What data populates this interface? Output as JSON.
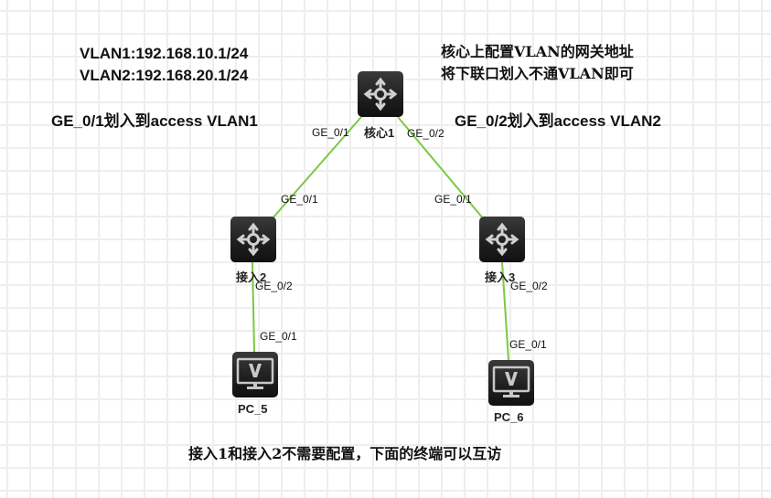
{
  "notes": {
    "vlan1_gateway": "VLAN1:192.168.10.1/24",
    "vlan2_gateway": "VLAN2:192.168.20.1/24",
    "core_note_line1": "核心上配置VLAN的网关地址",
    "core_note_line2": "将下联口划入不通VLAN即可",
    "left_port_note": "GE_0/1划入到access VLAN1",
    "right_port_note": "GE_0/2划入到access VLAN2",
    "bottom_note": "接入1和接入2不需要配置，下面的终端可以互访"
  },
  "devices": {
    "core": {
      "label": "核心1",
      "type": "switch-icon"
    },
    "access_left": {
      "label": "接入2",
      "type": "switch-icon"
    },
    "access_right": {
      "label": "接入3",
      "type": "switch-icon"
    },
    "pc_left": {
      "label": "PC_5",
      "type": "pc-icon"
    },
    "pc_right": {
      "label": "PC_6",
      "type": "pc-icon"
    }
  },
  "links": [
    {
      "from": "核心1",
      "from_port": "GE_0/1",
      "to": "接入2",
      "to_port": "GE_0/1"
    },
    {
      "from": "核心1",
      "from_port": "GE_0/2",
      "to": "接入3",
      "to_port": "GE_0/1"
    },
    {
      "from": "接入2",
      "from_port": "GE_0/2",
      "to": "PC_5",
      "to_port": "GE_0/1"
    },
    {
      "from": "接入3",
      "from_port": "GE_0/2",
      "to": "PC_6",
      "to_port": "GE_0/1"
    }
  ],
  "colors": {
    "link": "#7ac943",
    "device_bg": "#1e1e1e",
    "device_glyph": "#d0d0d0",
    "grid": "#eeeeee"
  }
}
